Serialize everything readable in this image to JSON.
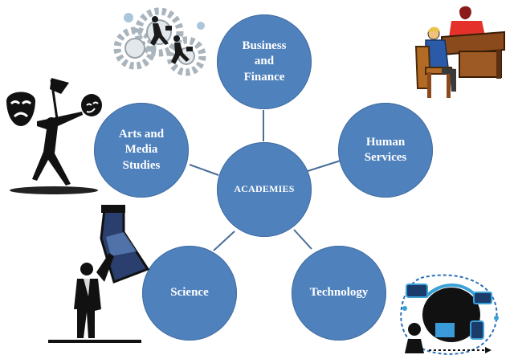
{
  "diagram": {
    "center": {
      "label": "ACADEMIES"
    },
    "nodes": [
      {
        "id": "business",
        "label": "Business\nand\nFinance"
      },
      {
        "id": "human",
        "label": "Human\nServices"
      },
      {
        "id": "technology",
        "label": "Technology"
      },
      {
        "id": "science",
        "label": "Science"
      },
      {
        "id": "arts",
        "label": "Arts and\nMedia\nStudies"
      }
    ],
    "colors": {
      "node_fill": "#4f81bd",
      "connector": "#4a6e98",
      "text": "#ffffff"
    }
  },
  "clipart": [
    {
      "name": "gears-businessmen-icon"
    },
    {
      "name": "office-desk-meeting-icon"
    },
    {
      "name": "theater-masks-dancer-icon"
    },
    {
      "name": "science-flask-person-icon"
    },
    {
      "name": "technology-multitasking-icon"
    }
  ]
}
